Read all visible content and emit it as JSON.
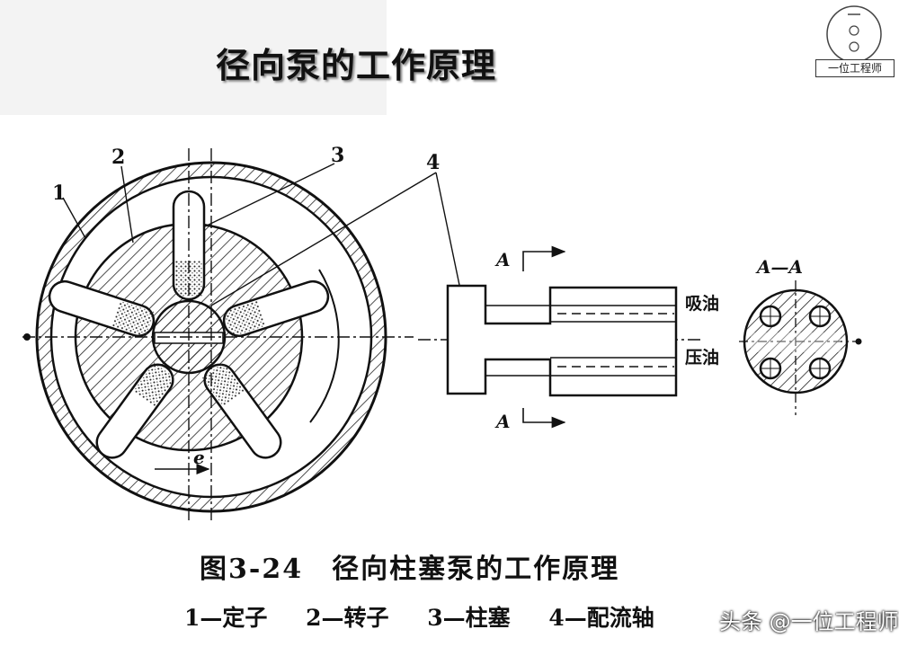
{
  "title": "径向泵的工作原理",
  "logo": {
    "text": "一位工程师"
  },
  "callouts": [
    "1",
    "2",
    "3",
    "4"
  ],
  "section": {
    "label": "A—A",
    "marker": "A"
  },
  "ports": {
    "suction": "吸油",
    "pressure": "压油"
  },
  "shaft_label": "e",
  "caption": "图3-24　径向柱塞泵的工作原理",
  "legend": [
    "1—定子",
    "2—转子",
    "3—柱塞",
    "4—配流轴"
  ],
  "watermark": "头条 @一位工程师"
}
